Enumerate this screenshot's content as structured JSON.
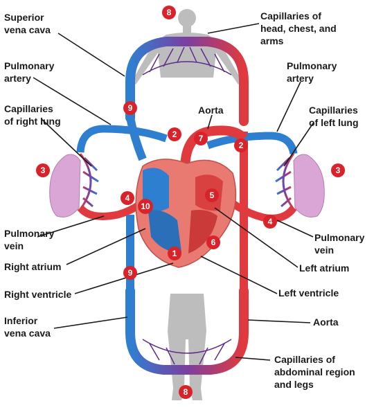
{
  "labels": {
    "superior_vena_cava": [
      "Superior",
      "vena cava"
    ],
    "capillaries_head": [
      "Capillaries of",
      "head, chest, and",
      "arms"
    ],
    "pulmonary_artery_left": [
      "Pulmonary",
      "artery"
    ],
    "pulmonary_artery_right": [
      "Pulmonary",
      "artery"
    ],
    "capillaries_right_lung": [
      "Capillaries",
      "of right lung"
    ],
    "capillaries_left_lung": [
      "Capillaries",
      "of left lung"
    ],
    "aorta_top": "Aorta",
    "pulmonary_vein_left": [
      "Pulmonary",
      "vein"
    ],
    "pulmonary_vein_right": [
      "Pulmonary",
      "vein"
    ],
    "right_atrium": "Right atrium",
    "left_atrium": "Left atrium",
    "right_ventricle": "Right ventricle",
    "left_ventricle": "Left ventricle",
    "inferior_vena_cava": [
      "Inferior",
      "vena cava"
    ],
    "aorta_bottom": "Aorta",
    "capillaries_abdominal": [
      "Capillaries of",
      "abdominal region",
      "and legs"
    ]
  },
  "step_numbers": {
    "head": "8",
    "svc": "9",
    "aorta": "7",
    "pa_left": "2",
    "pa_right": "2",
    "right_lung": "3",
    "left_lung": "3",
    "pv_left": "4",
    "pv_right": "4",
    "la": "5",
    "ra": "10",
    "rv": "1",
    "lv": "6",
    "ivc": "9",
    "legs": "8"
  },
  "colors": {
    "oxygen_rich": "#e03a3e",
    "oxygen_poor": "#2f7fd1",
    "capillary_mix": "#7b3fa0",
    "body": "#bdbdbd",
    "lung": "#d9a6d6",
    "heart": "#e87a72",
    "badge": "#d8232a"
  }
}
